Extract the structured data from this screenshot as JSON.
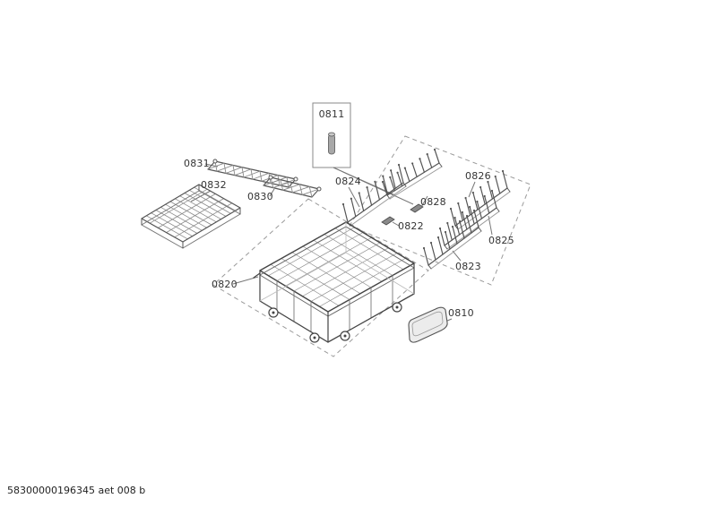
{
  "diagram": {
    "labels": {
      "l0811": "0811",
      "l0831": "0831",
      "l0832": "0832",
      "l0830": "0830",
      "l0824": "0824",
      "l0826": "0826",
      "l0828": "0828",
      "l0822": "0822",
      "l0825": "0825",
      "l0823": "0823",
      "l0820": "0820",
      "l0810": "0810"
    },
    "footer": "58300000196345 aet 008 b"
  }
}
